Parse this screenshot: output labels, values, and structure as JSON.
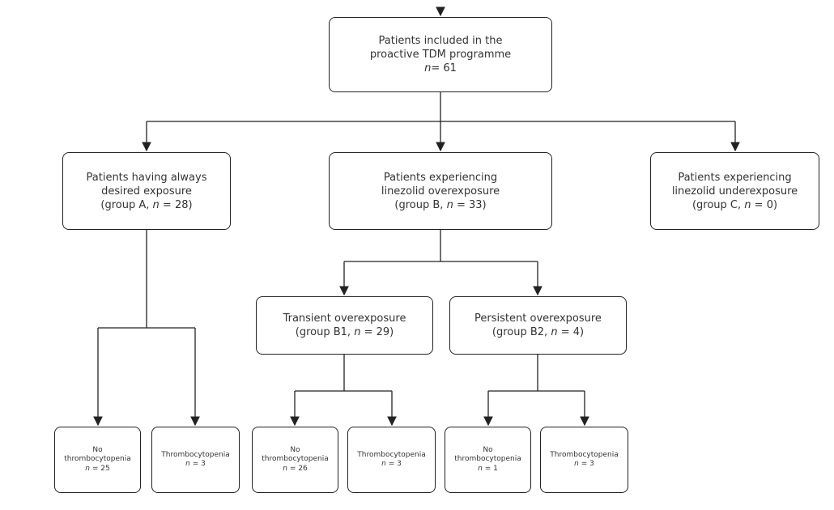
{
  "boxes": {
    "root": {
      "line1": "Patients included in the",
      "line2": "proactive TDM programme",
      "n_label": "n",
      "n_value": "= 61"
    },
    "group_a": {
      "line1": "Patients having always",
      "line2": "desired exposure",
      "line3_pre": "(group A, ",
      "n_label": "n",
      "line3_post": " = 28)"
    },
    "group_b": {
      "line1": "Patients experiencing",
      "line2": "linezolid overexposure",
      "line3_pre": "(group B, ",
      "n_label": "n",
      "line3_post": " = 33)"
    },
    "group_c": {
      "line1": "Patients experiencing",
      "line2": "linezolid underexposure",
      "line3_pre": "(group C, ",
      "n_label": "n",
      "line3_post": " = 0)"
    },
    "group_b1": {
      "line1": "Transient overexposure",
      "line2_pre": "(group B1, ",
      "n_label": "n",
      "line2_post": " = 29)"
    },
    "group_b2": {
      "line1": "Persistent overexposure",
      "line2_pre": "(group B2, ",
      "n_label": "n",
      "line2_post": " = 4)"
    },
    "a_no": {
      "line1": "No",
      "line2": "thrombocytopenia",
      "n_label": "n",
      "n_value": " = 25"
    },
    "a_yes": {
      "line1": "Thrombocytopenia",
      "n_label": "n",
      "n_value": " = 3"
    },
    "b1_no": {
      "line1": "No",
      "line2": "thrombocytopenia",
      "n_label": "n",
      "n_value": " = 26"
    },
    "b1_yes": {
      "line1": "Thrombocytopenia",
      "n_label": "n",
      "n_value": " = 3"
    },
    "b2_no": {
      "line1": "No",
      "line2": "thrombocytopenia",
      "n_label": "n",
      "n_value": " = 1"
    },
    "b2_yes": {
      "line1": "Thrombocytopenia",
      "n_label": "n",
      "n_value": " = 3"
    }
  },
  "colors": {
    "line": "#222222",
    "text": "#333333",
    "background": "#ffffff"
  }
}
